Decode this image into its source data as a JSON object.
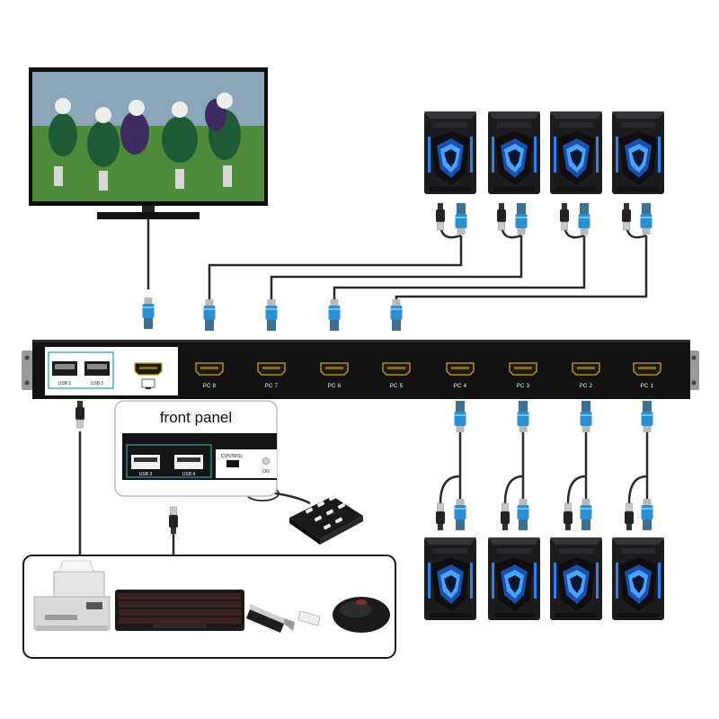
{
  "front_panel": {
    "title": "front panel",
    "usb_ports": [
      "USB 3",
      "USB 4"
    ],
    "control_label": "CONTROL",
    "on_label": "ON"
  },
  "kvm_switch": {
    "rear_usb_ports": [
      "USB 1",
      "USB 2"
    ],
    "pc_ports": [
      "PC 8",
      "PC 7",
      "PC 6",
      "PC 5",
      "PC 4",
      "PC 3",
      "PC 2",
      "PC 1"
    ]
  },
  "peripherals": [
    "printer-icon",
    "keyboard-icon",
    "usb-flash-drive-icon",
    "mouse-icon"
  ],
  "colors": {
    "switch_body": "#111111",
    "hdmi_connector_blue": "#2b8fd0",
    "hdmi_port_gold": "#c9a227",
    "cable": "#2a2a2a",
    "pc_accent_blue": "#2f7fe6",
    "front_panel_border": "#2a9d9d"
  }
}
